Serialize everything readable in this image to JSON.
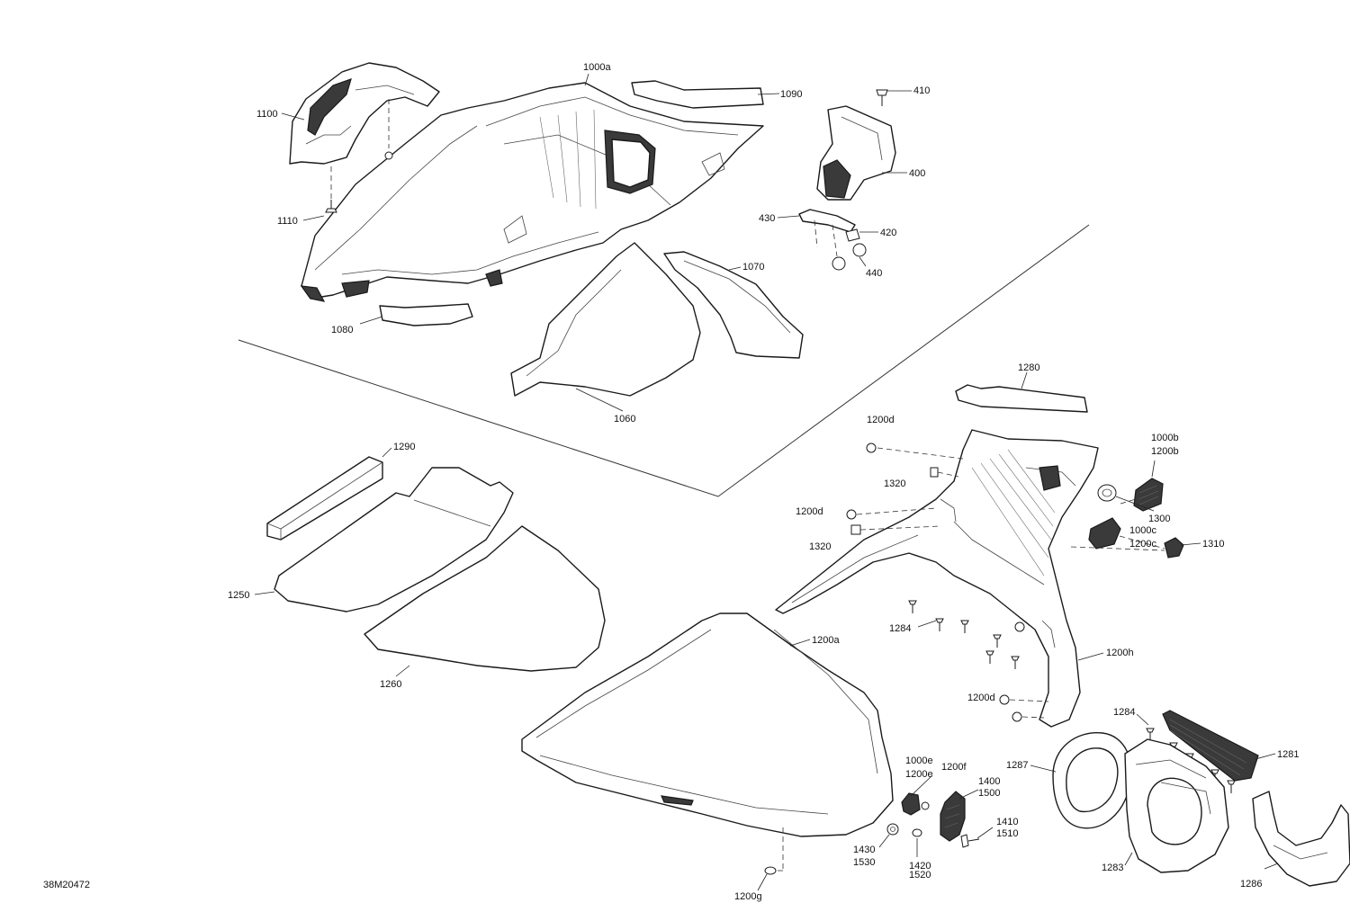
{
  "diagram": {
    "document_id": "38M20472",
    "callouts": {
      "c1000a": "1000a",
      "c1090": "1090",
      "c410": "410",
      "c1100": "1100",
      "c400": "400",
      "c1110": "1110",
      "c430": "430",
      "c420": "420",
      "c440": "440",
      "c1070": "1070",
      "c1080": "1080",
      "c1060": "1060",
      "c1280": "1280",
      "c1200d_top": "1200d",
      "c1000b": "1000b",
      "c1200b": "1200b",
      "c1290": "1290",
      "c1320_top": "1320",
      "c1300": "1300",
      "c1200d_mid": "1200d",
      "c1000c": "1000c",
      "c1200c": "1200c",
      "c1310": "1310",
      "c1320_mid": "1320",
      "c1250": "1250",
      "c1284_left": "1284",
      "c1200a": "1200a",
      "c1200h": "1200h",
      "c1260": "1260",
      "c1200d_bot": "1200d",
      "c1284_right": "1284",
      "c1281": "1281",
      "c1000e": "1000e",
      "c1200e": "1200e",
      "c1200f": "1200f",
      "c1287": "1287",
      "c1400": "1400",
      "c1500": "1500",
      "c1410": "1410",
      "c1510": "1510",
      "c1430": "1430",
      "c1530": "1530",
      "c1420": "1420",
      "c1520": "1520",
      "c1283": "1283",
      "c1286": "1286",
      "c1200g": "1200g"
    }
  }
}
